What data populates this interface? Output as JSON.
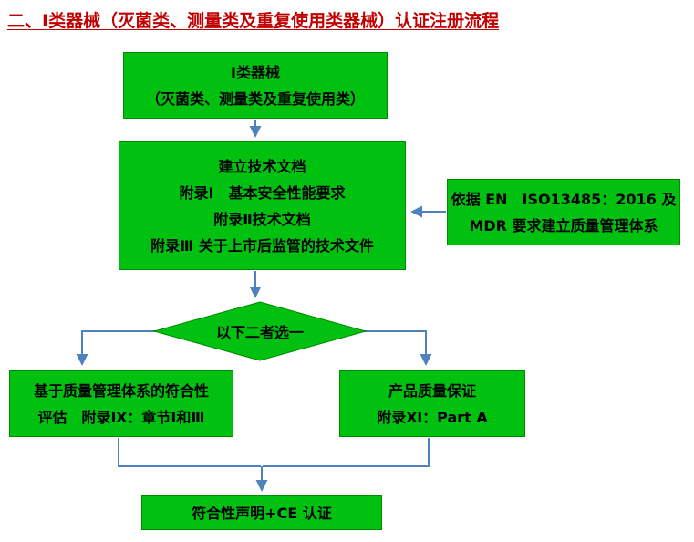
{
  "title": "二、Ⅰ类器械（灭菌类、测量类及重复使用类器械）认证注册流程",
  "colors": {
    "node_fill": "#00c010",
    "node_border": "#008a00",
    "connector": "#4f81bd",
    "title_text": "#c00000",
    "node_text": "#000000"
  },
  "nodes": {
    "device": {
      "lines": [
        "Ⅰ类器械",
        "（灭菌类、测量类及重复使用类）"
      ]
    },
    "techdoc": {
      "lines": [
        "建立技术文档",
        "附录Ⅰ　基本安全性能要求",
        "附录Ⅱ技术文档",
        "附录Ⅲ 关于上市后监管的技术文件"
      ]
    },
    "qms": {
      "lines": [
        "依据 EN　ISO13485：2016 及",
        "MDR 要求建立质量管理体系"
      ]
    },
    "decision": {
      "label": "以下二者选一"
    },
    "annex_ix": {
      "lines": [
        "基于质量管理体系的符合性",
        "评估　附录Ⅸ：章节Ⅰ和Ⅲ"
      ]
    },
    "annex_xi": {
      "lines": [
        "产品质量保证",
        "附录Ⅺ：Part A"
      ]
    },
    "declaration": {
      "label": "符合性声明+CE 认证"
    }
  }
}
